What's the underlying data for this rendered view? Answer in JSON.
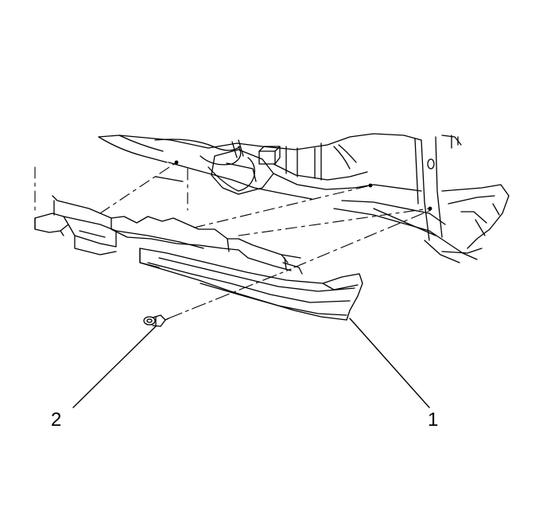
{
  "callouts": [
    {
      "number": "1",
      "part": "bumper-fascia-deflector"
    },
    {
      "number": "2",
      "part": "push-pin-fastener"
    }
  ],
  "colors": {
    "line": "#000000",
    "background": "#ffffff"
  }
}
